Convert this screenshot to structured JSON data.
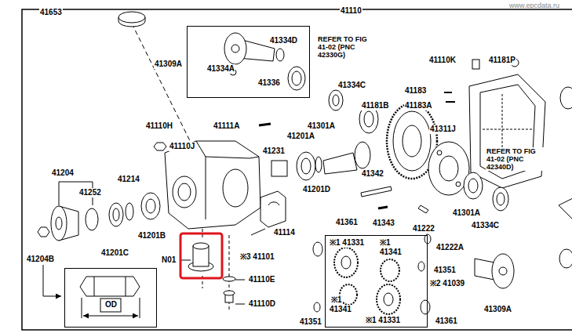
{
  "diagram": {
    "nodes": [
      {
        "text": [
          "41334D",
          "41334A",
          "41336"
        ]
      },
      {
        "text": [
          "※1 41331",
          "※1",
          "41341",
          "※1",
          "41341",
          "※1 41331"
        ]
      },
      {
        "text": [
          "OD"
        ]
      }
    ],
    "labels": [
      "www.epcdata.ru",
      "41653",
      "41110",
      "41309A",
      "REFER TO FIG 41-02 (PNC 42330G)",
      "41110K",
      "41181P",
      "41334C",
      "41181B",
      "41183",
      "41183A",
      "41110H",
      "41111A",
      "41301A",
      "41110J",
      "41201A",
      "41311J",
      "41231",
      "REFER TO FIG 41-02 (PNC 42340D)",
      "41204",
      "41252",
      "41214",
      "41201D",
      "41342",
      "41343",
      "41301A",
      "41334C",
      "41201B",
      "41201C",
      "41114",
      "41361",
      "41222",
      "41222A",
      "41204B",
      "N01",
      "※3 41101",
      "41110E",
      "41110D",
      "41351",
      "※2 41039",
      "41309A",
      "41351",
      "41361"
    ]
  }
}
